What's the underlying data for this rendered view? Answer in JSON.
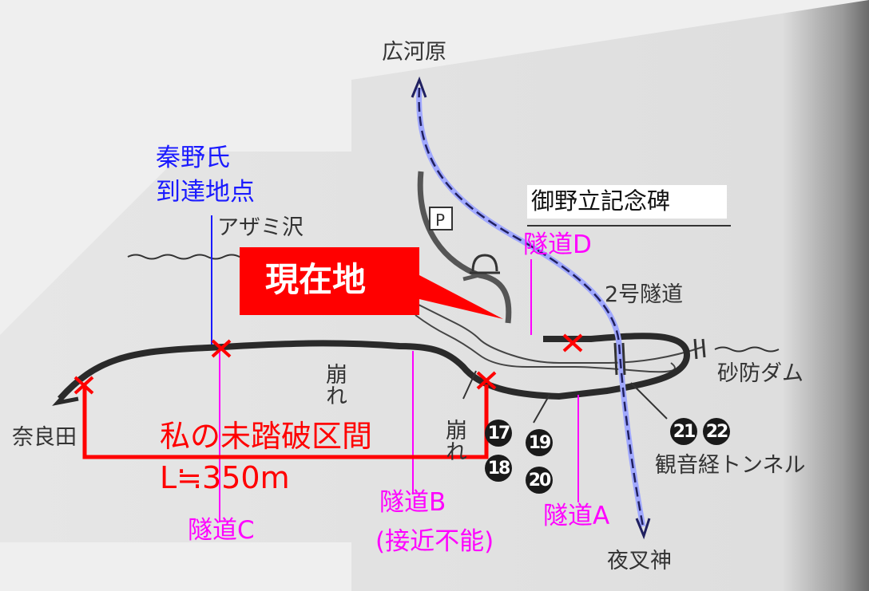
{
  "places": {
    "hirogawara": "広河原",
    "azami_sawa": "アザミ沢",
    "narada": "奈良田",
    "yashajin": "夜叉神",
    "goyadachi": "御野立記念碑",
    "tunnel2": "2号隧道",
    "sabo_dam": "砂防ダム",
    "kannonkyo": "観音経トンネル",
    "kuzure1": "崩れ",
    "kuzure2": "崩れ",
    "parking": "P"
  },
  "annotations": {
    "hatano_line1": "秦野氏",
    "hatano_line2": "到達地点",
    "current": "現在地",
    "untraveled": "私の未踏破区間",
    "length": "L≒350m",
    "tunnel_a": "隧道A",
    "tunnel_b": "隧道B",
    "tunnel_b_note": "(接近不能)",
    "tunnel_c": "隧道C",
    "tunnel_d": "隧道D"
  },
  "markers": [
    "17",
    "18",
    "19",
    "20",
    "21",
    "22"
  ],
  "colors": {
    "annotation_red": "#ff0000",
    "tunnel_magenta": "#ff00ff",
    "hatano_blue": "#1a1aff",
    "road": "#2a2a2a"
  }
}
